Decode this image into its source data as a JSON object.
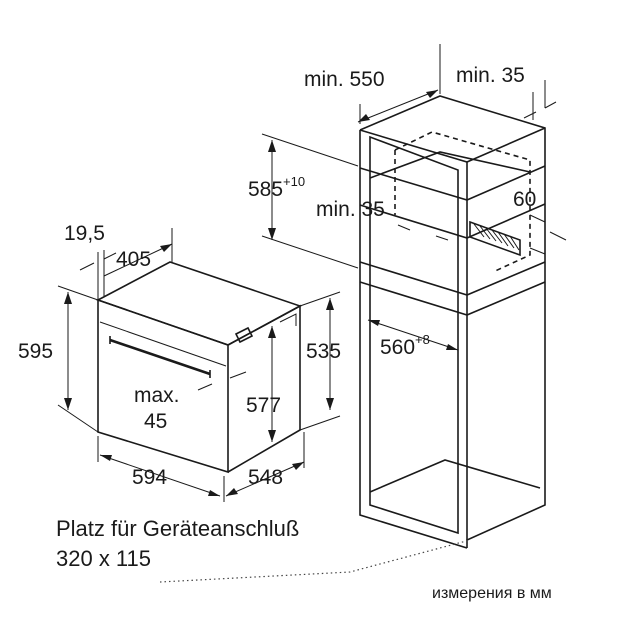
{
  "dimensions": {
    "cabinet_depth": "min. 550",
    "rear_gap": "min. 35",
    "niche_height": "585",
    "niche_height_tol": "+10",
    "vent_gap": "min. 35",
    "vent_height": "60",
    "niche_width": "560",
    "niche_width_tol": "+8",
    "front_thickness": "19,5",
    "oven_depth": "405",
    "oven_height": "595",
    "door_gap_label": "max.",
    "door_gap_value": "45",
    "inner_height": "577",
    "body_height": "535",
    "oven_width": "594",
    "body_width": "548"
  },
  "connection_note": {
    "line1": "Platz für Geräteanschluß",
    "line2": "320 x 115"
  },
  "units_note": "измерения в мм"
}
